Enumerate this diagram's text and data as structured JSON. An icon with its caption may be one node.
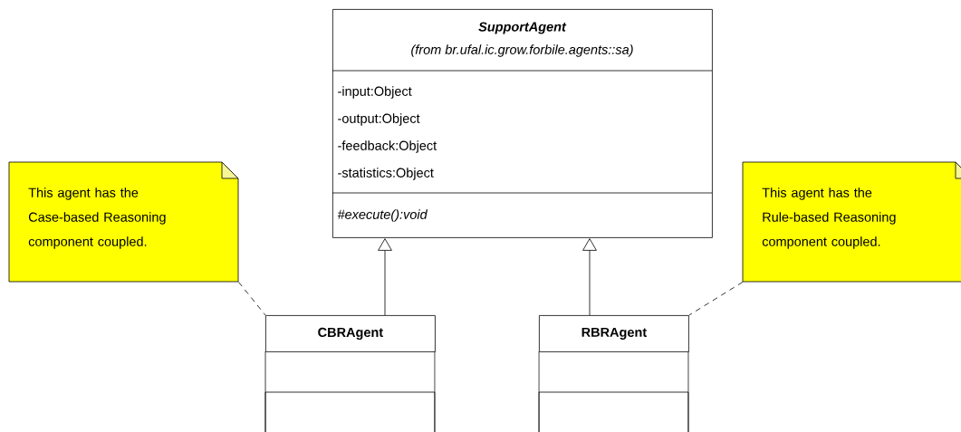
{
  "diagram": {
    "nodes": [
      {
        "text": [
          "SupportAgent",
          "(from br.ufal.ic.grow.forbile.agents::sa)",
          "-input:Object",
          "-output:Object",
          "-feedback:Object",
          "-statistics:Object",
          "#execute():void"
        ]
      },
      {
        "text": [
          "This agent has the Case-based Reasoning component coupled."
        ]
      },
      {
        "text": [
          "CBRAgent"
        ]
      },
      {
        "text": [
          "RBRAgent"
        ]
      },
      {
        "text": [
          "This agent has the Rule-based Reasoning component coupled."
        ]
      }
    ],
    "edges": [
      {
        "from": 2,
        "to": 0,
        "arrow": "to"
      },
      {
        "from": 3,
        "to": 0,
        "arrow": "to"
      },
      {
        "from": 1,
        "to": 2,
        "arrow": "none",
        "style": "dashed"
      },
      {
        "from": 4,
        "to": 3,
        "arrow": "none",
        "style": "dashed"
      }
    ]
  }
}
